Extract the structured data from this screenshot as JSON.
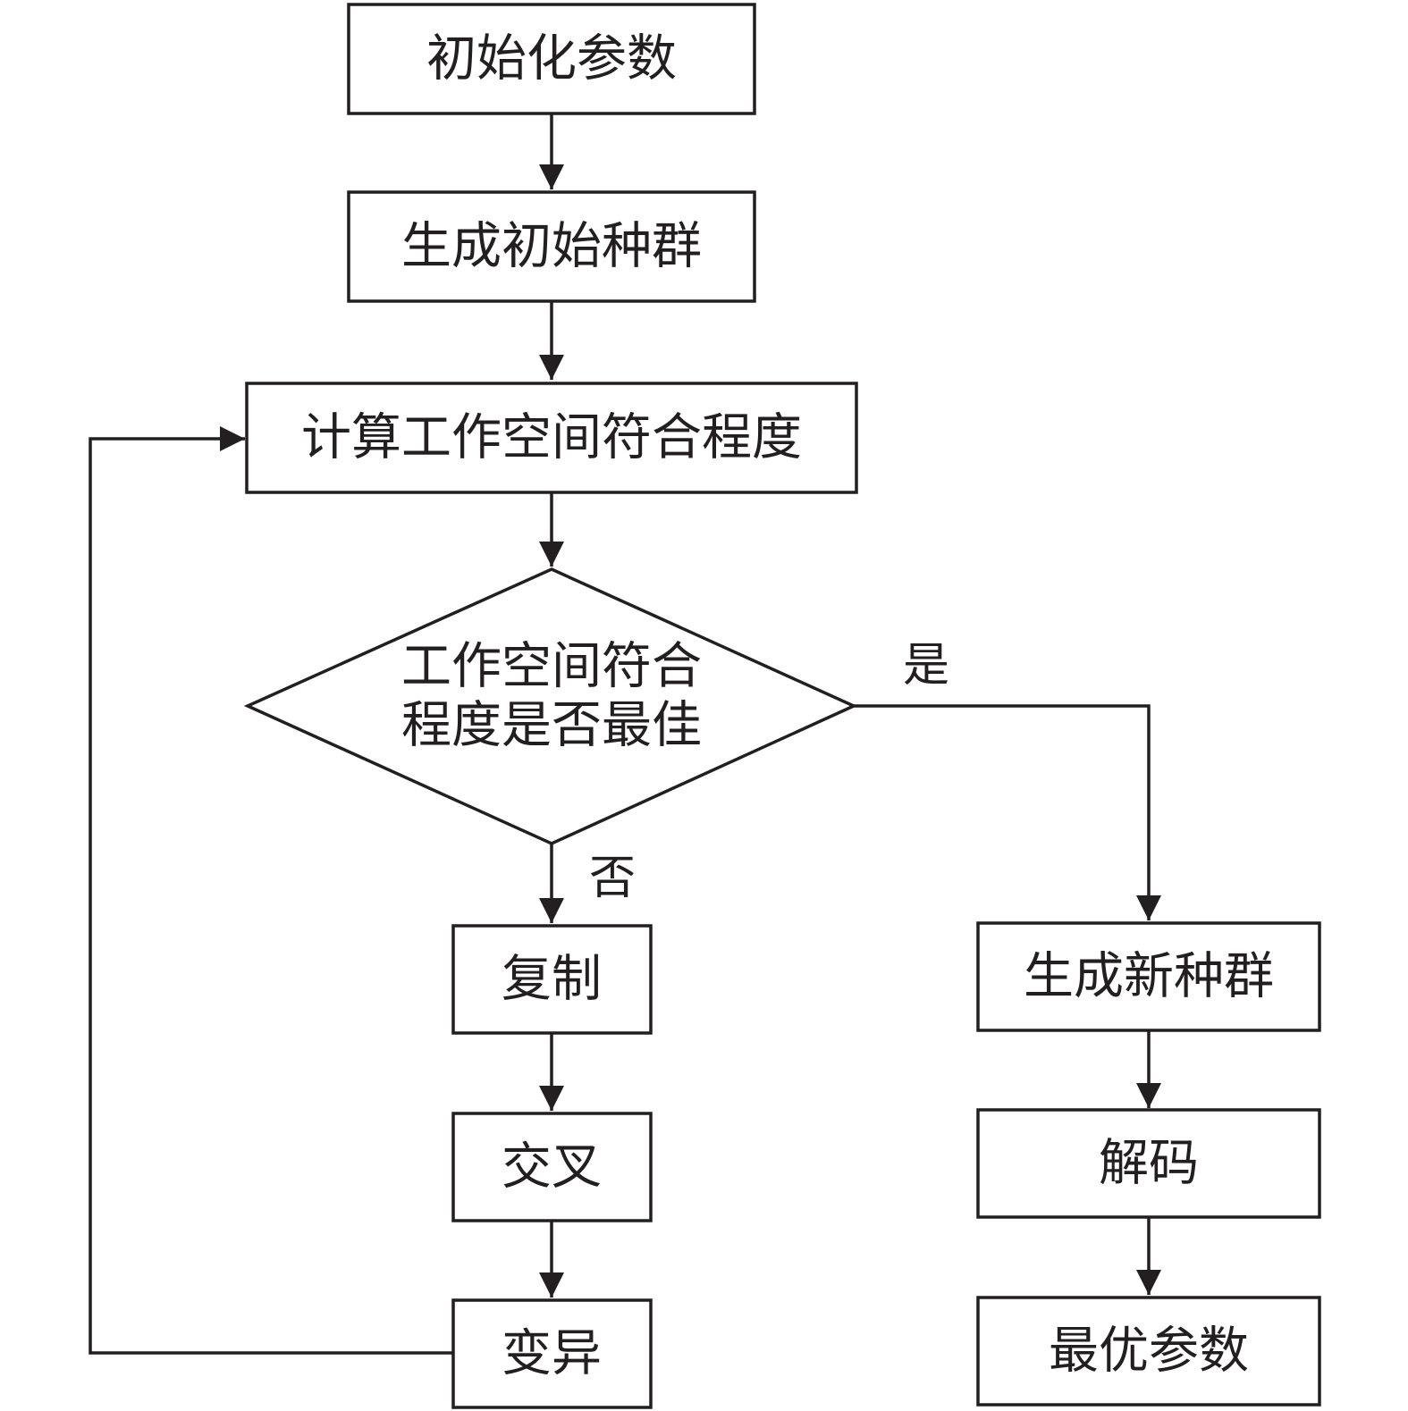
{
  "nodes": {
    "init_params": "初始化参数",
    "init_population": "生成初始种群",
    "compute_fit": "计算工作空间符合程度",
    "decision_line1": "工作空间符合",
    "decision_line2": "程度是否最佳",
    "copy": "复制",
    "crossover": "交叉",
    "mutation": "变异",
    "new_population": "生成新种群",
    "decode": "解码",
    "optimal_params": "最优参数"
  },
  "edge_labels": {
    "yes": "是",
    "no": "否"
  },
  "colors": {
    "stroke": "#231f20",
    "background": "#ffffff"
  }
}
